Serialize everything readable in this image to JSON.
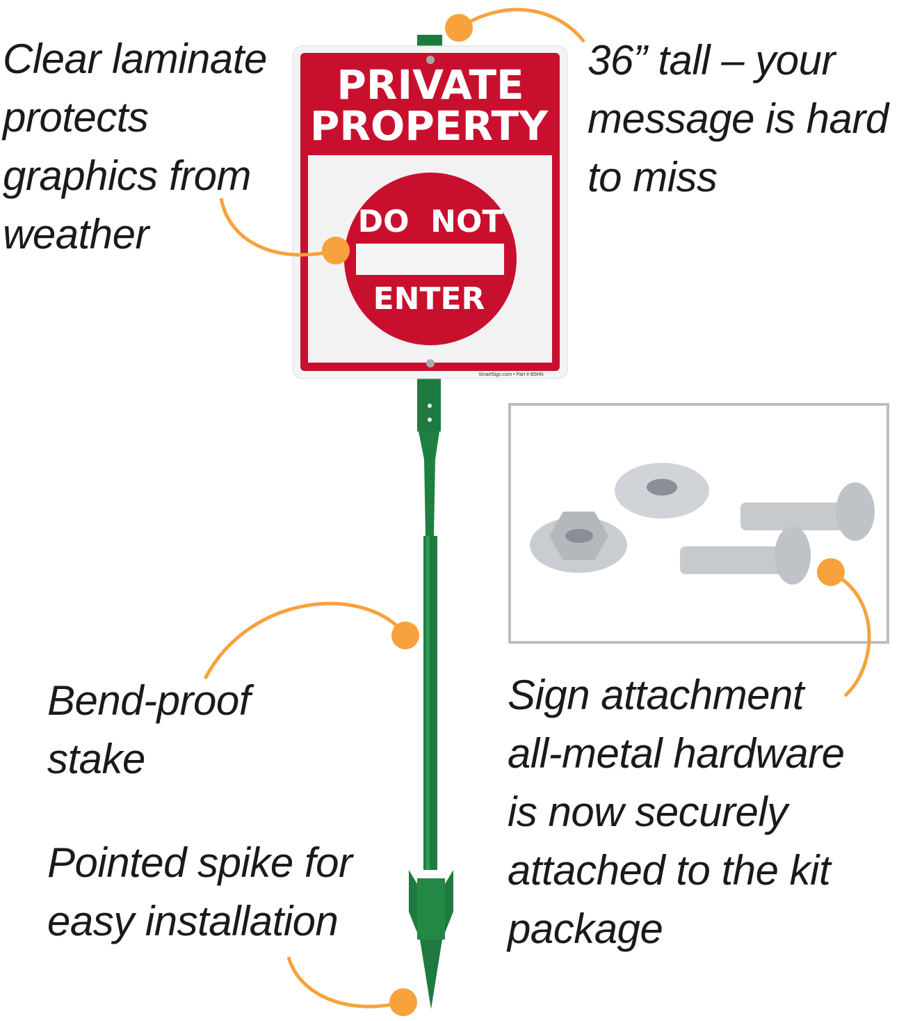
{
  "sign": {
    "title_line1": "PRIVATE",
    "title_line2": "PROPERTY",
    "symbol_top": "DO  NOT",
    "symbol_bottom": "ENTER",
    "footer": "SmartSign.com • Part # B5HN",
    "colors": {
      "red": "#c8102e",
      "white": "#ffffff",
      "stake_green": "#1e7a3e",
      "callout_orange": "#f7a23c"
    }
  },
  "callouts": {
    "laminate": "Clear laminate\nprotects\ngraphics from\nweather",
    "height": "36” tall – your\nmessage is hard\nto miss",
    "stake": "Bend-proof\nstake",
    "spike": "Pointed spike for\neasy installation",
    "hardware": "Sign attachment\nall-metal hardware\nis now securely\nattached to the kit\npackage"
  }
}
